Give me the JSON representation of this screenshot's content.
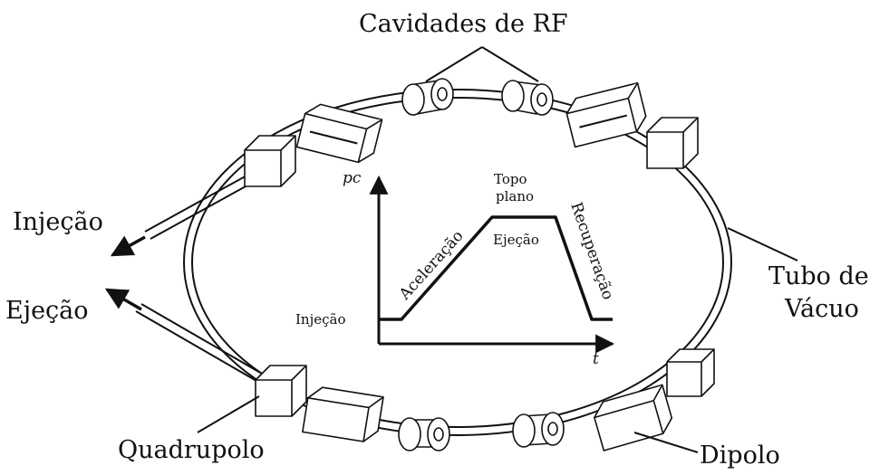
{
  "labels": {
    "rf_cavities": "Cavidades de RF",
    "injection": "Injeção",
    "ejection": "Ejeção",
    "vacuum_tube_line1": "Tubo de",
    "vacuum_tube_line2": "Vácuo",
    "quadrupole": "Quadrupolo",
    "dipole": "Dipolo"
  },
  "cycle_plot": {
    "y_axis": "pc",
    "x_axis": "t",
    "flat_top_line1": "Topo",
    "flat_top_line2": "plano",
    "phase_injection": "Injeção",
    "phase_acceleration": "Aceleração",
    "phase_ejection": "Ejeção",
    "phase_recovery": "Recuperação"
  },
  "colors": {
    "ink": "#111111",
    "background": "#ffffff"
  }
}
